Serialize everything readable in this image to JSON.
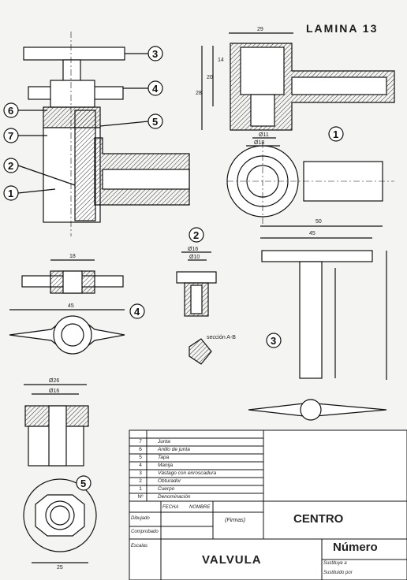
{
  "sheet": {
    "title": "LAMINA 13"
  },
  "callouts": {
    "c1": "1",
    "c2": "2",
    "c3": "3",
    "c4": "4",
    "c5": "5",
    "c6": "6",
    "c7": "7"
  },
  "parts_labels": {
    "p1": "1",
    "p2": "2",
    "p3": "3",
    "p4": "4",
    "p5": "5"
  },
  "dims": {
    "d29": "29",
    "d28": "28",
    "d20": "20",
    "d14": "14",
    "dia11": "Ø11",
    "dia18": "Ø18",
    "d50": "50",
    "d45": "45",
    "d18": "18",
    "dia16": "Ø16",
    "dia10": "Ø10",
    "dia26": "Ø26",
    "d25": "25"
  },
  "labels": {
    "section": "sección A-B"
  },
  "parts_header": {
    "num": "Nº",
    "name": "Denominación"
  },
  "parts": [
    {
      "num": "7",
      "name": "Junta"
    },
    {
      "num": "6",
      "name": "Anillo de junta"
    },
    {
      "num": "5",
      "name": "Tapa"
    },
    {
      "num": "4",
      "name": "Manija"
    },
    {
      "num": "3",
      "name": "Vástago con enroscadura"
    },
    {
      "num": "2",
      "name": "Obturador"
    },
    {
      "num": "1",
      "name": "Cuerpo"
    }
  ],
  "title_block": {
    "drawn_label": "Dibujado",
    "date": "FECHA",
    "name": "NOMBRE",
    "signatures": "(Firmas)",
    "checked_label": "Comprobado",
    "scale_label": "Escalas",
    "center": "CENTRO",
    "drawing": "VALVULA",
    "number_label": "Número",
    "replaces": "Sustituye a",
    "replaced_by": "Sustituido por"
  }
}
